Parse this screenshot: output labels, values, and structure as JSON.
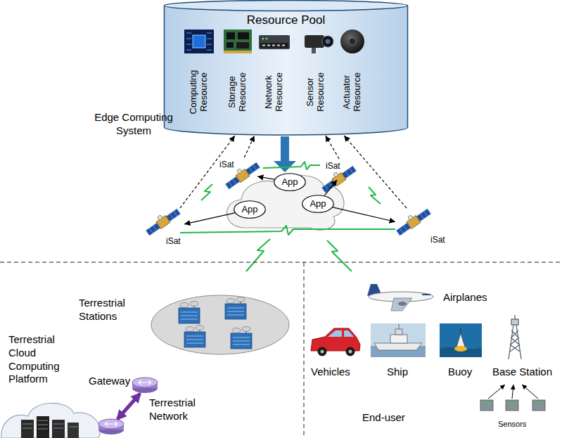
{
  "diagram": {
    "nodes": [
      {
        "text": [
          "Resource Pool"
        ]
      },
      {
        "text": [
          "iSat"
        ]
      },
      {
        "text": [
          "iSat"
        ]
      },
      {
        "text": [
          "iSat"
        ]
      },
      {
        "text": [
          "iSat"
        ]
      },
      {
        "text": [
          "App"
        ]
      },
      {
        "text": [
          "App"
        ]
      },
      {
        "text": [
          "App"
        ]
      }
    ],
    "edges": [
      {
        "from": 5,
        "to": 1,
        "arrow": "to"
      },
      {
        "from": 6,
        "to": 3,
        "arrow": "to"
      },
      {
        "from": 7,
        "to": 2,
        "arrow": "to"
      },
      {
        "from": 7,
        "to": 4,
        "arrow": "to"
      },
      {
        "from": 1,
        "to": 0,
        "arrow": "to"
      },
      {
        "from": 2,
        "to": 0,
        "arrow": "to"
      },
      {
        "from": 3,
        "to": 0,
        "arrow": "to"
      },
      {
        "from": 4,
        "to": 0,
        "arrow": "to"
      }
    ],
    "labels": [
      "Computing Resource",
      "Storage Resource",
      "Network Resource",
      "Sensor Resource",
      "Actuator Resource",
      "Edge Computing System",
      "Terrestrial Stations",
      "Terrestrial Cloud Computing Platform",
      "Gateway",
      "Terrestrial Network",
      "Airplanes",
      "Vehicles",
      "Ship",
      "Buoy",
      "Base Station",
      "Sensors",
      "End-user"
    ]
  }
}
